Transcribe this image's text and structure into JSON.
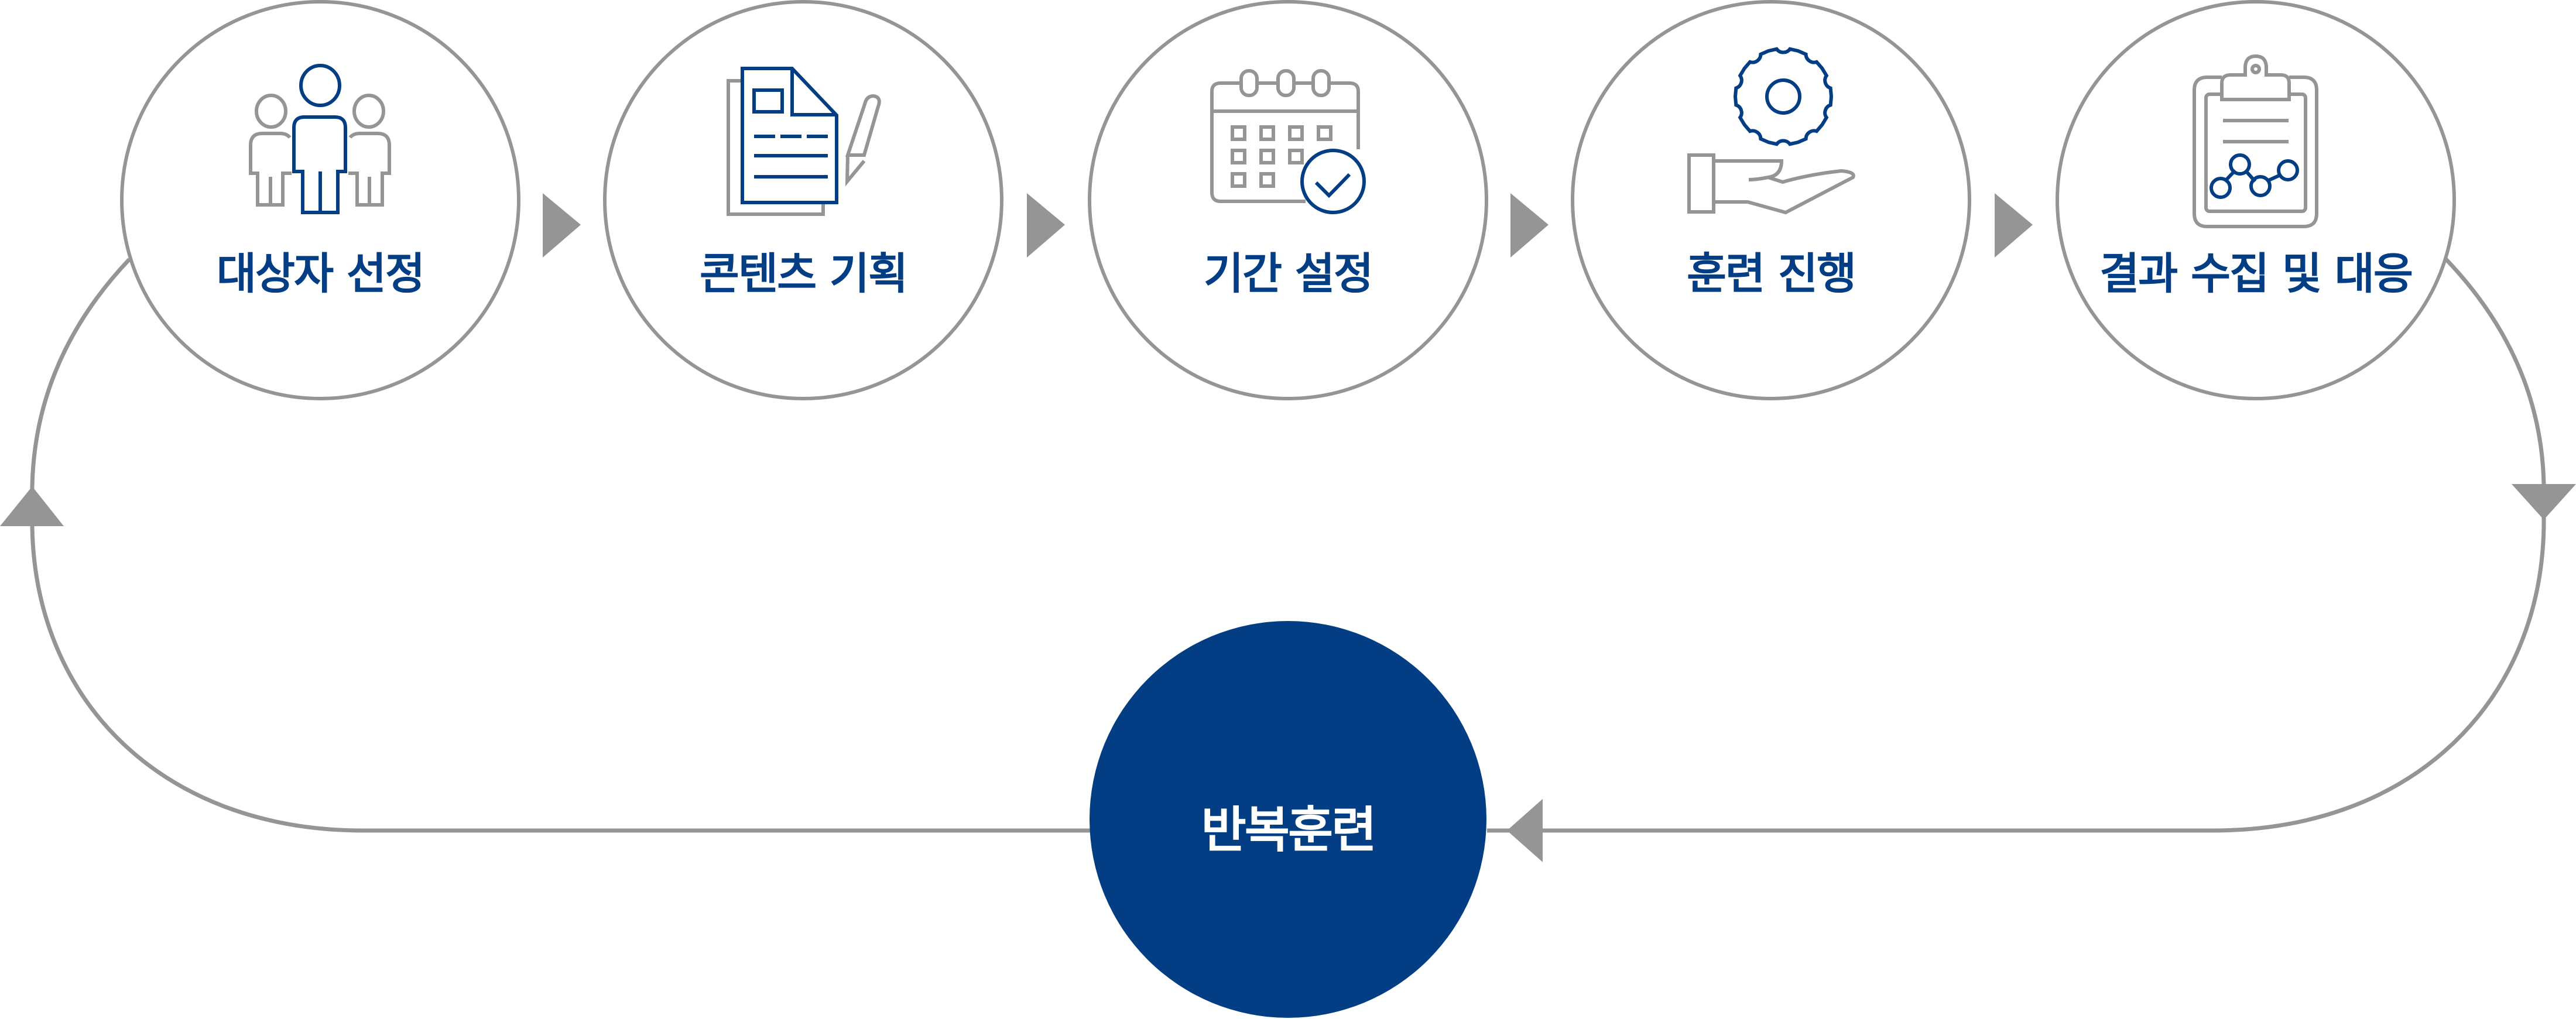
{
  "colors": {
    "navy": "#033d84",
    "gray": "#959595",
    "background": "#ffffff"
  },
  "steps": [
    {
      "label": "대상자 선정",
      "icon": "people-group-icon"
    },
    {
      "label": "콘텐츠 기획",
      "icon": "document-pen-icon"
    },
    {
      "label": "기간 설정",
      "icon": "calendar-check-icon"
    },
    {
      "label": "훈련 진행",
      "icon": "hand-gear-icon"
    },
    {
      "label": "결과 수집 및 대응",
      "icon": "clipboard-chart-icon"
    }
  ],
  "repeat": {
    "label": "반복훈련"
  }
}
